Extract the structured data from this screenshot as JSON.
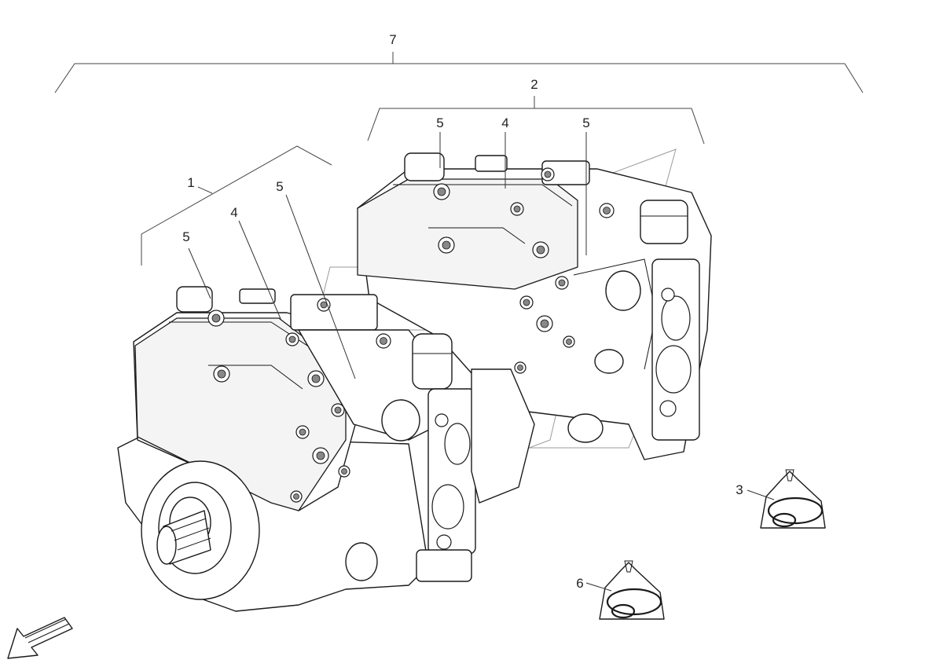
{
  "callouts": {
    "assembly": "7",
    "front_pump": "1",
    "rear_pump": "2",
    "seal_kit_a": "3",
    "seal_kit_b": "6",
    "front_regulator": "4",
    "front_valve_left": "5",
    "front_valve_right": "5",
    "rear_regulator": "4",
    "rear_valve_left": "5",
    "rear_valve_right": "5"
  },
  "orientation": {
    "arrow_icon": "front-direction-arrow-icon"
  },
  "colors": {
    "line": "#1a1a1a",
    "watermark": "#9a9a9a"
  }
}
